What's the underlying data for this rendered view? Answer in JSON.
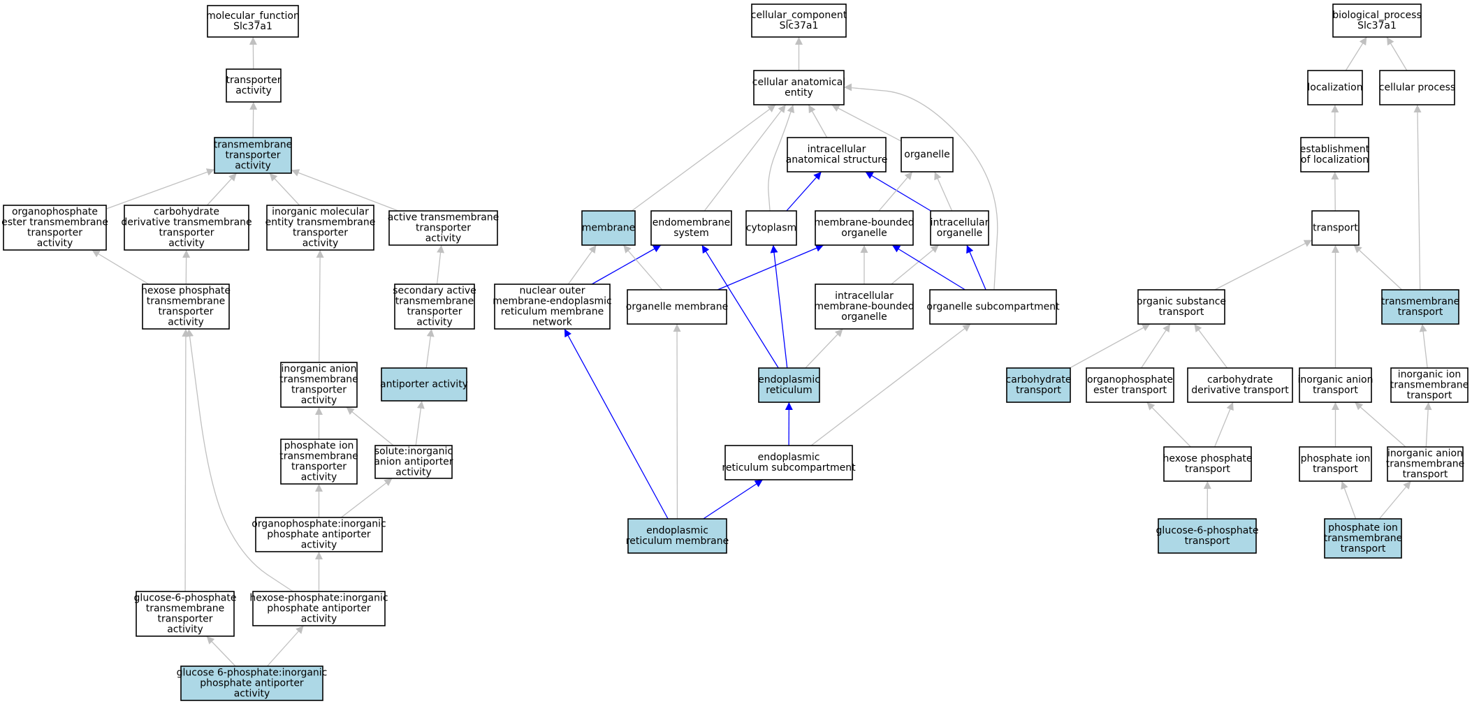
{
  "colors": {
    "highlight_fill": "#add8e6",
    "plain_fill": "#ffffff",
    "grey_edge": "#c0c0c0",
    "blue_edge": "#0000ff"
  },
  "nodes": [
    {
      "id": "mf",
      "lines": [
        "molecular_function",
        "Slc37a1"
      ],
      "highlight": false
    },
    {
      "id": "transporter_activity",
      "lines": [
        "transporter",
        "activity"
      ],
      "highlight": false
    },
    {
      "id": "tm_transporter_activity",
      "lines": [
        "transmembrane",
        "transporter",
        "activity"
      ],
      "highlight": true
    },
    {
      "id": "organophosphate_ester_tm",
      "lines": [
        "organophosphate",
        "ester transmembrane",
        "transporter",
        "activity"
      ],
      "highlight": false
    },
    {
      "id": "carb_deriv_tm",
      "lines": [
        "carbohydrate",
        "derivative transmembrane",
        "transporter",
        "activity"
      ],
      "highlight": false
    },
    {
      "id": "inorg_mol_tm",
      "lines": [
        "inorganic molecular",
        "entity transmembrane",
        "transporter",
        "activity"
      ],
      "highlight": false
    },
    {
      "id": "active_tm",
      "lines": [
        "active transmembrane",
        "transporter",
        "activity"
      ],
      "highlight": false
    },
    {
      "id": "hexose_phosphate_tm",
      "lines": [
        "hexose phosphate",
        "transmembrane",
        "transporter",
        "activity"
      ],
      "highlight": false
    },
    {
      "id": "secondary_active_tm",
      "lines": [
        "secondary active",
        "transmembrane",
        "transporter",
        "activity"
      ],
      "highlight": false
    },
    {
      "id": "antiporter_activity",
      "lines": [
        "antiporter activity"
      ],
      "highlight": true
    },
    {
      "id": "inorg_anion_tm_act",
      "lines": [
        "inorganic anion",
        "transmembrane",
        "transporter",
        "activity"
      ],
      "highlight": false
    },
    {
      "id": "phosphate_ion_tm_act",
      "lines": [
        "phosphate ion",
        "transmembrane",
        "transporter",
        "activity"
      ],
      "highlight": false
    },
    {
      "id": "solute_inorg_anion",
      "lines": [
        "solute:inorganic",
        "anion antiporter",
        "activity"
      ],
      "highlight": false
    },
    {
      "id": "organophosphate_inorg",
      "lines": [
        "organophosphate:inorganic",
        "phosphate antiporter",
        "activity"
      ],
      "highlight": false
    },
    {
      "id": "g6p_tm_act",
      "lines": [
        "glucose-6-phosphate",
        "transmembrane",
        "transporter",
        "activity"
      ],
      "highlight": false
    },
    {
      "id": "hexose_p_inorg",
      "lines": [
        "hexose-phosphate:inorganic",
        "phosphate antiporter",
        "activity"
      ],
      "highlight": false
    },
    {
      "id": "g6p_inorg",
      "lines": [
        "glucose 6-phosphate:inorganic",
        "phosphate antiporter",
        "activity"
      ],
      "highlight": true
    },
    {
      "id": "cc",
      "lines": [
        "cellular_component",
        "Slc37a1"
      ],
      "highlight": false
    },
    {
      "id": "cell_anat_entity",
      "lines": [
        "cellular anatomical",
        "entity"
      ],
      "highlight": false
    },
    {
      "id": "intracell_anat",
      "lines": [
        "intracellular",
        "anatomical structure"
      ],
      "highlight": false
    },
    {
      "id": "organelle",
      "lines": [
        "organelle"
      ],
      "highlight": false
    },
    {
      "id": "membrane",
      "lines": [
        "membrane"
      ],
      "highlight": true
    },
    {
      "id": "endomembrane",
      "lines": [
        "endomembrane",
        "system"
      ],
      "highlight": false
    },
    {
      "id": "cytoplasm",
      "lines": [
        "cytoplasm"
      ],
      "highlight": false
    },
    {
      "id": "membrane_bounded_org",
      "lines": [
        "membrane-bounded",
        "organelle"
      ],
      "highlight": false
    },
    {
      "id": "intracell_org",
      "lines": [
        "intracellular",
        "organelle"
      ],
      "highlight": false
    },
    {
      "id": "nuclear_outer",
      "lines": [
        "nuclear outer",
        "membrane-endoplasmic",
        "reticulum membrane",
        "network"
      ],
      "highlight": false
    },
    {
      "id": "organelle_membrane",
      "lines": [
        "organelle membrane"
      ],
      "highlight": false
    },
    {
      "id": "intracell_mb_org",
      "lines": [
        "intracellular",
        "membrane-bounded",
        "organelle"
      ],
      "highlight": false
    },
    {
      "id": "organelle_subcomp",
      "lines": [
        "organelle subcompartment"
      ],
      "highlight": false
    },
    {
      "id": "er",
      "lines": [
        "endoplasmic",
        "reticulum"
      ],
      "highlight": true
    },
    {
      "id": "er_subcomp",
      "lines": [
        "endoplasmic",
        "reticulum subcompartment"
      ],
      "highlight": false
    },
    {
      "id": "er_membrane",
      "lines": [
        "endoplasmic",
        "reticulum membrane"
      ],
      "highlight": true
    },
    {
      "id": "bp",
      "lines": [
        "biological_process",
        "Slc37a1"
      ],
      "highlight": false
    },
    {
      "id": "localization",
      "lines": [
        "localization"
      ],
      "highlight": false
    },
    {
      "id": "cellular_process",
      "lines": [
        "cellular process"
      ],
      "highlight": false
    },
    {
      "id": "establishment_loc",
      "lines": [
        "establishment",
        "of localization"
      ],
      "highlight": false
    },
    {
      "id": "transport",
      "lines": [
        "transport"
      ],
      "highlight": false
    },
    {
      "id": "organic_subst_transport",
      "lines": [
        "organic substance",
        "transport"
      ],
      "highlight": false
    },
    {
      "id": "tm_transport",
      "lines": [
        "transmembrane",
        "transport"
      ],
      "highlight": true
    },
    {
      "id": "carb_transport",
      "lines": [
        "carbohydrate",
        "transport"
      ],
      "highlight": true
    },
    {
      "id": "organophosphate_ester_transport",
      "lines": [
        "organophosphate",
        "ester transport"
      ],
      "highlight": false
    },
    {
      "id": "carb_deriv_transport",
      "lines": [
        "carbohydrate",
        "derivative transport"
      ],
      "highlight": false
    },
    {
      "id": "inorg_anion_transport",
      "lines": [
        "inorganic anion",
        "transport"
      ],
      "highlight": false
    },
    {
      "id": "inorg_ion_tm_transport",
      "lines": [
        "inorganic ion",
        "transmembrane",
        "transport"
      ],
      "highlight": false
    },
    {
      "id": "hexose_phosphate_transport",
      "lines": [
        "hexose phosphate",
        "transport"
      ],
      "highlight": false
    },
    {
      "id": "phosphate_ion_transport",
      "lines": [
        "phosphate ion",
        "transport"
      ],
      "highlight": false
    },
    {
      "id": "inorg_anion_tm_transport",
      "lines": [
        "inorganic anion",
        "transmembrane",
        "transport"
      ],
      "highlight": false
    },
    {
      "id": "g6p_transport",
      "lines": [
        "glucose-6-phosphate",
        "transport"
      ],
      "highlight": true
    },
    {
      "id": "phosphate_ion_tm_transport",
      "lines": [
        "phosphate ion",
        "transmembrane",
        "transport"
      ],
      "highlight": true
    }
  ],
  "edges": [
    {
      "from": "transporter_activity",
      "to": "mf",
      "color": "grey"
    },
    {
      "from": "tm_transporter_activity",
      "to": "transporter_activity",
      "color": "grey"
    },
    {
      "from": "organophosphate_ester_tm",
      "to": "tm_transporter_activity",
      "color": "grey"
    },
    {
      "from": "carb_deriv_tm",
      "to": "tm_transporter_activity",
      "color": "grey"
    },
    {
      "from": "inorg_mol_tm",
      "to": "tm_transporter_activity",
      "color": "grey"
    },
    {
      "from": "active_tm",
      "to": "tm_transporter_activity",
      "color": "grey"
    },
    {
      "from": "hexose_phosphate_tm",
      "to": "organophosphate_ester_tm",
      "color": "grey"
    },
    {
      "from": "hexose_phosphate_tm",
      "to": "carb_deriv_tm",
      "color": "grey"
    },
    {
      "from": "secondary_active_tm",
      "to": "active_tm",
      "color": "grey"
    },
    {
      "from": "antiporter_activity",
      "to": "secondary_active_tm",
      "color": "grey"
    },
    {
      "from": "inorg_anion_tm_act",
      "to": "inorg_mol_tm",
      "color": "grey"
    },
    {
      "from": "phosphate_ion_tm_act",
      "to": "inorg_anion_tm_act",
      "color": "grey"
    },
    {
      "from": "solute_inorg_anion",
      "to": "inorg_anion_tm_act",
      "color": "grey"
    },
    {
      "from": "solute_inorg_anion",
      "to": "antiporter_activity",
      "color": "grey"
    },
    {
      "from": "organophosphate_inorg",
      "to": "phosphate_ion_tm_act",
      "color": "grey"
    },
    {
      "from": "organophosphate_inorg",
      "to": "solute_inorg_anion",
      "color": "grey"
    },
    {
      "from": "g6p_tm_act",
      "to": "hexose_phosphate_tm",
      "color": "grey"
    },
    {
      "from": "hexose_p_inorg",
      "to": "hexose_phosphate_tm",
      "color": "grey"
    },
    {
      "from": "hexose_p_inorg",
      "to": "organophosphate_inorg",
      "color": "grey"
    },
    {
      "from": "g6p_inorg",
      "to": "g6p_tm_act",
      "color": "grey"
    },
    {
      "from": "g6p_inorg",
      "to": "hexose_p_inorg",
      "color": "grey"
    },
    {
      "from": "cell_anat_entity",
      "to": "cc",
      "color": "grey"
    },
    {
      "from": "intracell_anat",
      "to": "cell_anat_entity",
      "color": "grey"
    },
    {
      "from": "organelle",
      "to": "cell_anat_entity",
      "color": "grey"
    },
    {
      "from": "membrane",
      "to": "cell_anat_entity",
      "color": "grey"
    },
    {
      "from": "endomembrane",
      "to": "cell_anat_entity",
      "color": "grey"
    },
    {
      "from": "cytoplasm",
      "to": "cell_anat_entity",
      "color": "grey"
    },
    {
      "from": "organelle_subcomp",
      "to": "cell_anat_entity",
      "color": "grey"
    },
    {
      "from": "cytoplasm",
      "to": "intracell_anat",
      "color": "blue"
    },
    {
      "from": "intracell_org",
      "to": "intracell_anat",
      "color": "blue"
    },
    {
      "from": "membrane_bounded_org",
      "to": "organelle",
      "color": "grey"
    },
    {
      "from": "intracell_org",
      "to": "organelle",
      "color": "grey"
    },
    {
      "from": "nuclear_outer",
      "to": "membrane",
      "color": "grey"
    },
    {
      "from": "nuclear_outer",
      "to": "endomembrane",
      "color": "blue"
    },
    {
      "from": "organelle_membrane",
      "to": "membrane",
      "color": "grey"
    },
    {
      "from": "organelle_membrane",
      "to": "membrane_bounded_org",
      "color": "blue"
    },
    {
      "from": "intracell_mb_org",
      "to": "membrane_bounded_org",
      "color": "grey"
    },
    {
      "from": "intracell_mb_org",
      "to": "intracell_org",
      "color": "grey"
    },
    {
      "from": "organelle_subcomp",
      "to": "membrane_bounded_org",
      "color": "blue"
    },
    {
      "from": "organelle_subcomp",
      "to": "intracell_org",
      "color": "blue"
    },
    {
      "from": "er",
      "to": "endomembrane",
      "color": "blue"
    },
    {
      "from": "er",
      "to": "cytoplasm",
      "color": "blue"
    },
    {
      "from": "er",
      "to": "intracell_mb_org",
      "color": "grey"
    },
    {
      "from": "er_subcomp",
      "to": "er",
      "color": "blue"
    },
    {
      "from": "er_subcomp",
      "to": "organelle_subcomp",
      "color": "grey"
    },
    {
      "from": "er_membrane",
      "to": "nuclear_outer",
      "color": "blue"
    },
    {
      "from": "er_membrane",
      "to": "organelle_membrane",
      "color": "grey"
    },
    {
      "from": "er_membrane",
      "to": "er_subcomp",
      "color": "blue"
    },
    {
      "from": "localization",
      "to": "bp",
      "color": "grey"
    },
    {
      "from": "cellular_process",
      "to": "bp",
      "color": "grey"
    },
    {
      "from": "establishment_loc",
      "to": "localization",
      "color": "grey"
    },
    {
      "from": "transport",
      "to": "establishment_loc",
      "color": "grey"
    },
    {
      "from": "organic_subst_transport",
      "to": "transport",
      "color": "grey"
    },
    {
      "from": "tm_transport",
      "to": "transport",
      "color": "grey"
    },
    {
      "from": "tm_transport",
      "to": "cellular_process",
      "color": "grey"
    },
    {
      "from": "inorg_anion_transport",
      "to": "transport",
      "color": "grey"
    },
    {
      "from": "carb_transport",
      "to": "organic_subst_transport",
      "color": "grey"
    },
    {
      "from": "organophosphate_ester_transport",
      "to": "organic_subst_transport",
      "color": "grey"
    },
    {
      "from": "carb_deriv_transport",
      "to": "organic_subst_transport",
      "color": "grey"
    },
    {
      "from": "inorg_ion_tm_transport",
      "to": "tm_transport",
      "color": "grey"
    },
    {
      "from": "hexose_phosphate_transport",
      "to": "organophosphate_ester_transport",
      "color": "grey"
    },
    {
      "from": "hexose_phosphate_transport",
      "to": "carb_deriv_transport",
      "color": "grey"
    },
    {
      "from": "phosphate_ion_transport",
      "to": "inorg_anion_transport",
      "color": "grey"
    },
    {
      "from": "inorg_anion_tm_transport",
      "to": "inorg_anion_transport",
      "color": "grey"
    },
    {
      "from": "inorg_anion_tm_transport",
      "to": "inorg_ion_tm_transport",
      "color": "grey"
    },
    {
      "from": "g6p_transport",
      "to": "hexose_phosphate_transport",
      "color": "grey"
    },
    {
      "from": "phosphate_ion_tm_transport",
      "to": "phosphate_ion_transport",
      "color": "grey"
    },
    {
      "from": "phosphate_ion_tm_transport",
      "to": "inorg_anion_tm_transport",
      "color": "grey"
    }
  ]
}
